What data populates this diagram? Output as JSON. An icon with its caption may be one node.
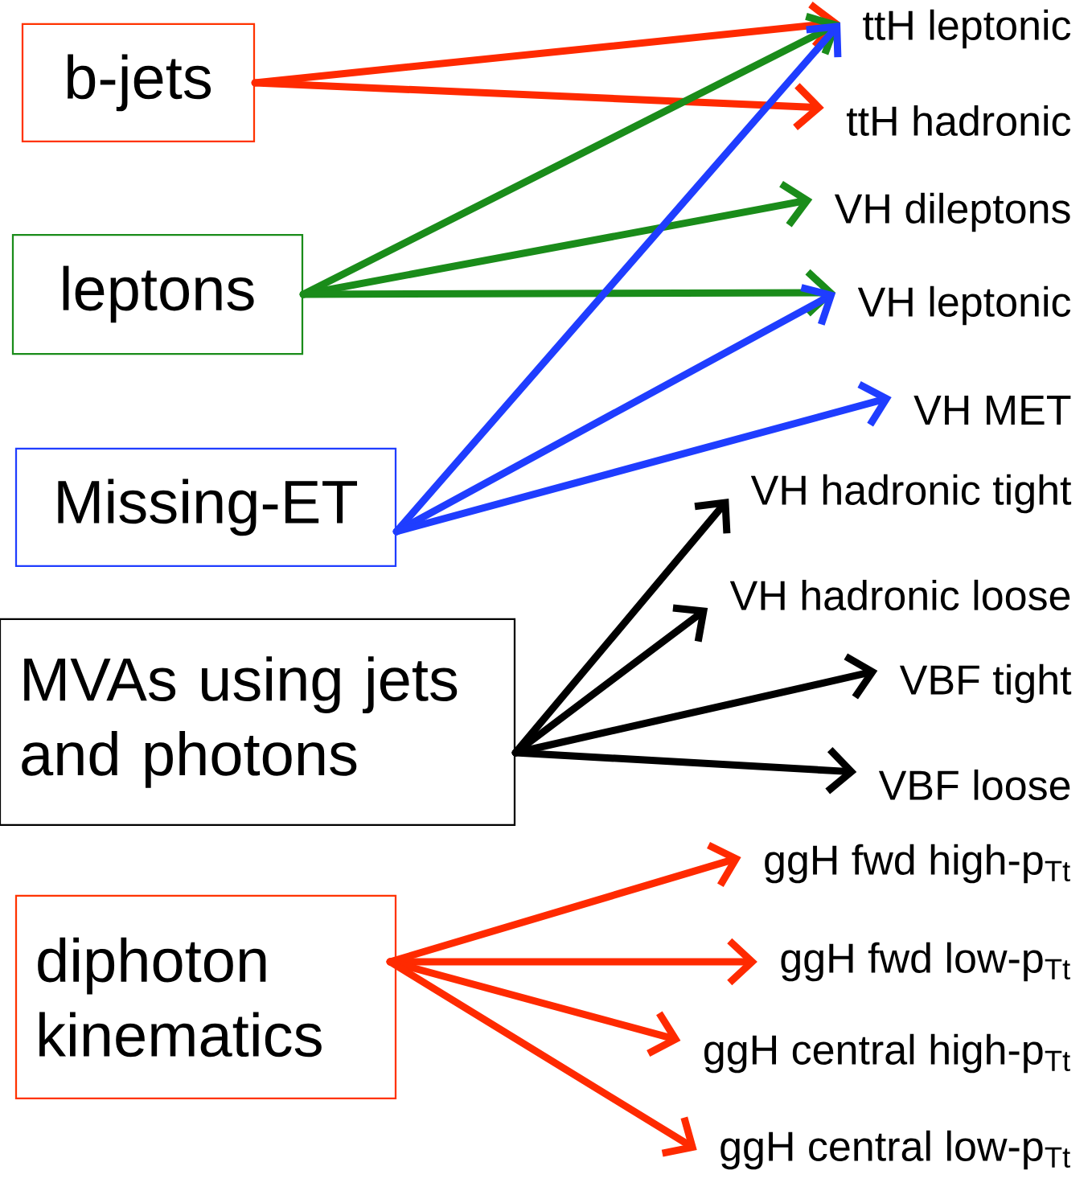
{
  "diagram": {
    "nodes": [
      {
        "text": [
          "b-jets"
        ]
      },
      {
        "text": [
          "leptons"
        ]
      },
      {
        "text": [
          "Missing-ET"
        ]
      },
      {
        "text": [
          "MVAs using jets and photons"
        ]
      },
      {
        "text": [
          "diphoton kinematics"
        ]
      },
      {
        "text": [
          "ttH leptonic"
        ]
      },
      {
        "text": [
          "ttH hadronic"
        ]
      },
      {
        "text": [
          "VH dileptons"
        ]
      },
      {
        "text": [
          "VH leptonic"
        ]
      },
      {
        "text": [
          "VH MET"
        ]
      },
      {
        "text": [
          "VH hadronic tight"
        ]
      },
      {
        "text": [
          "VH hadronic loose"
        ]
      },
      {
        "text": [
          "VBF tight"
        ]
      },
      {
        "text": [
          "VBF loose"
        ]
      },
      {
        "text": [
          "ggH fwd high-p$_{Tt}$"
        ]
      },
      {
        "text": [
          "ggH fwd low-p$_{Tt}$"
        ]
      },
      {
        "text": [
          "ggH central high-p$_{Tt}$"
        ]
      },
      {
        "text": [
          "ggH central low-p$_{Tt}$"
        ]
      }
    ],
    "edges": [
      {
        "from": 0,
        "to": 5,
        "arrow": "to"
      },
      {
        "from": 0,
        "to": 6,
        "arrow": "to"
      },
      {
        "from": 1,
        "to": 5,
        "arrow": "to",
        "color": "#1a8c1a"
      },
      {
        "from": 1,
        "to": 7,
        "arrow": "to",
        "color": "#1a8c1a"
      },
      {
        "from": 1,
        "to": 8,
        "arrow": "to",
        "color": "#1a8c1a"
      },
      {
        "from": 2,
        "to": 5,
        "arrow": "to",
        "color": "#1f3dff"
      },
      {
        "from": 2,
        "to": 8,
        "arrow": "to",
        "color": "#1f3dff"
      },
      {
        "from": 2,
        "to": 9,
        "arrow": "to",
        "color": "#1f3dff"
      },
      {
        "from": 3,
        "to": 10,
        "arrow": "to",
        "color": "#000000"
      },
      {
        "from": 3,
        "to": 11,
        "arrow": "to",
        "color": "#000000"
      },
      {
        "from": 3,
        "to": 12,
        "arrow": "to",
        "color": "#000000"
      },
      {
        "from": 3,
        "to": 13,
        "arrow": "to",
        "color": "#000000"
      },
      {
        "from": 4,
        "to": 14,
        "arrow": "to"
      },
      {
        "from": 4,
        "to": 15,
        "arrow": "to"
      },
      {
        "from": 4,
        "to": 16,
        "arrow": "to"
      },
      {
        "from": 4,
        "to": 17,
        "arrow": "to"
      }
    ]
  }
}
